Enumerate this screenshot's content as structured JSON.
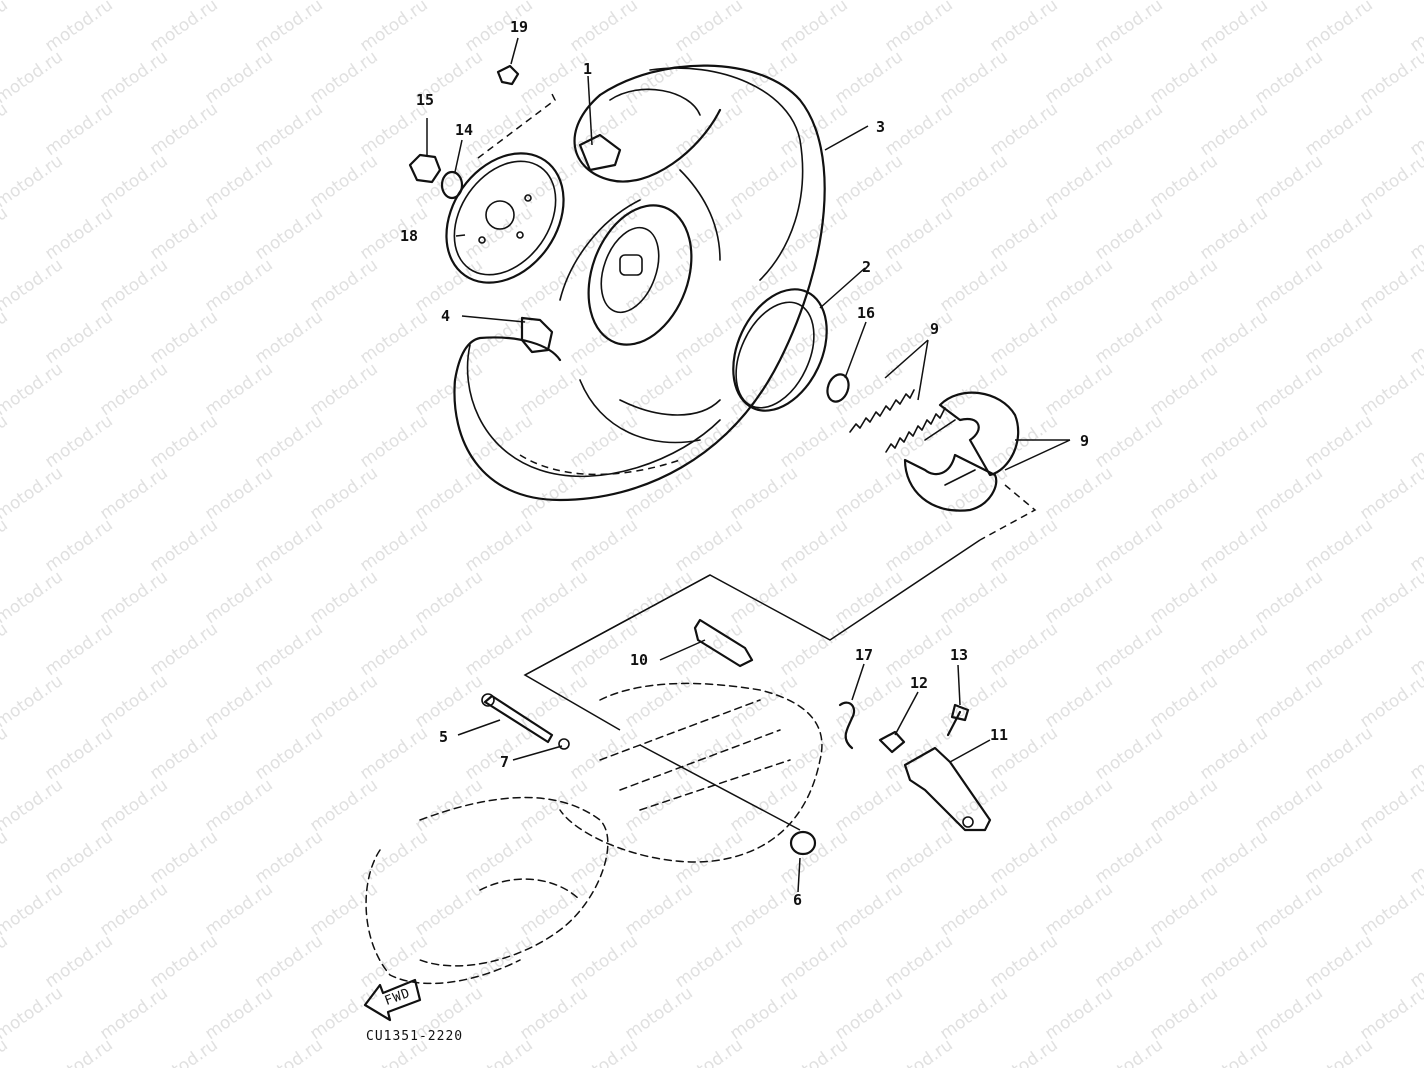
{
  "watermark": "motod.ru",
  "drawing_code": "CU1351-2220",
  "fwd_label": "FWD",
  "callouts": {
    "c1": "1",
    "c2": "2",
    "c3": "3",
    "c4": "4",
    "c5": "5",
    "c6": "6",
    "c7": "7",
    "c9a": "9",
    "c9b": "9",
    "c10": "10",
    "c11": "11",
    "c12": "12",
    "c13": "13",
    "c14": "14",
    "c15": "15",
    "c16": "16",
    "c17": "17",
    "c18": "18",
    "c19": "19"
  }
}
